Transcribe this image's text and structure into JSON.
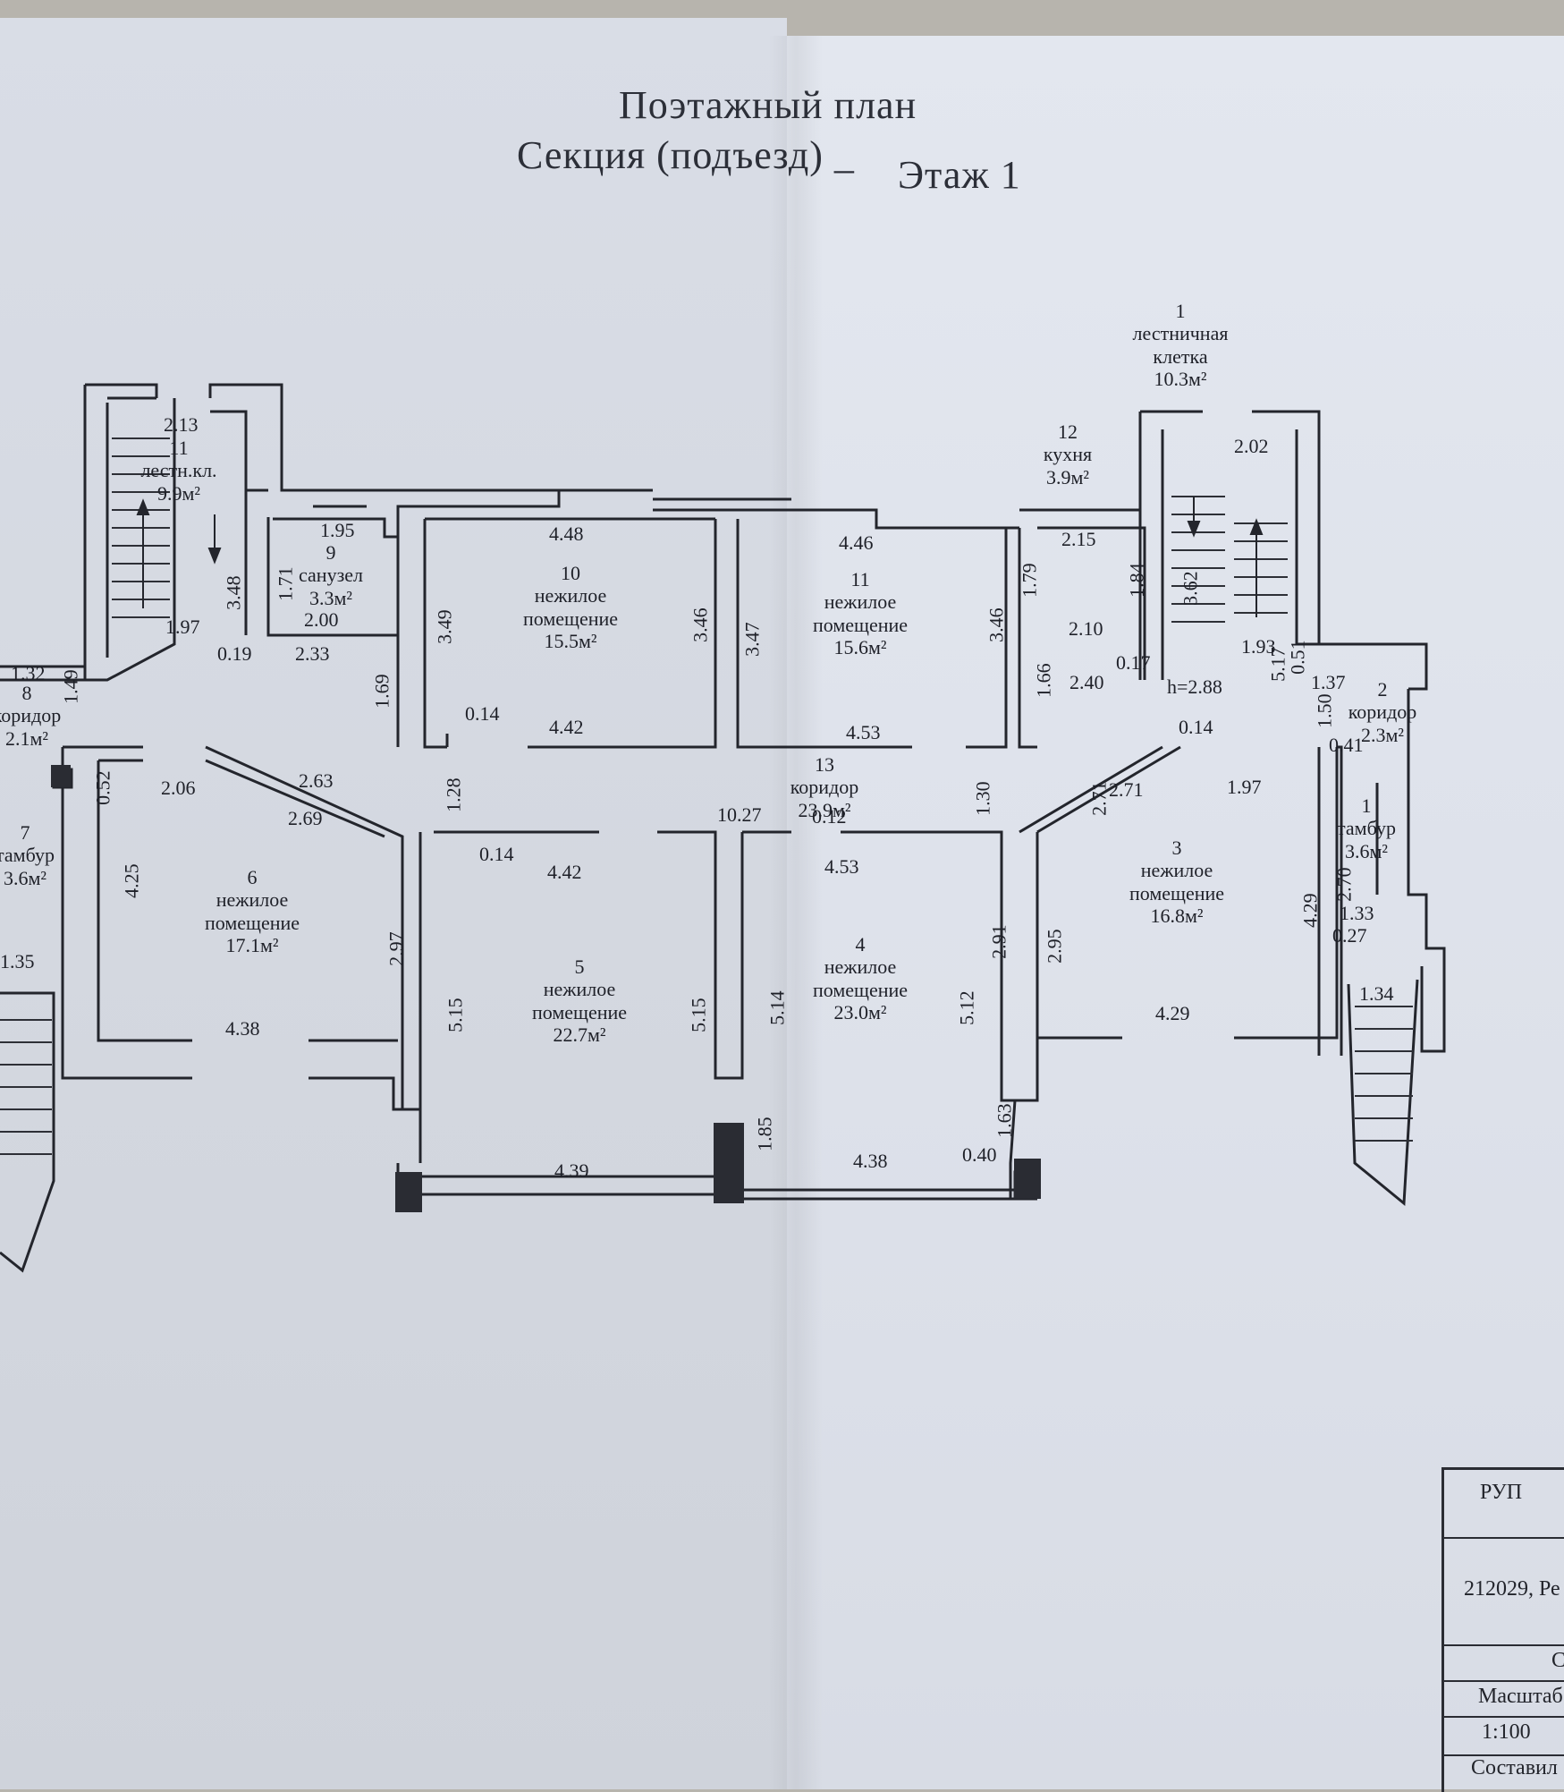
{
  "title": {
    "line1": "Поэтажный план",
    "line2": "Секция (подъезд) _",
    "floor": "Этаж 1"
  },
  "ceiling_height": "h=2.88",
  "rooms": [
    {
      "num": "1",
      "name_lines": [
        "лестничная",
        "клетка"
      ],
      "area": "10.3м²"
    },
    {
      "num": "1",
      "name_lines": [
        "тамбур"
      ],
      "area": "3.6м²"
    },
    {
      "num": "2",
      "name_lines": [
        "коридор"
      ],
      "area": "2.3м²"
    },
    {
      "num": "3",
      "name_lines": [
        "нежилое",
        "помещение"
      ],
      "area": "16.8м²"
    },
    {
      "num": "4",
      "name_lines": [
        "нежилое",
        "помещение"
      ],
      "area": "23.0м²"
    },
    {
      "num": "5",
      "name_lines": [
        "нежилое",
        "помещение"
      ],
      "area": "22.7м²"
    },
    {
      "num": "6",
      "name_lines": [
        "нежилое",
        "помещение"
      ],
      "area": "17.1м²"
    },
    {
      "num": "7",
      "name_lines": [
        "тамбур"
      ],
      "area": "3.6м²"
    },
    {
      "num": "8",
      "name_lines": [
        "коридор"
      ],
      "area": "2.1м²"
    },
    {
      "num": "9",
      "name_lines": [
        "санузел"
      ],
      "area": "3.3м²"
    },
    {
      "num": "10",
      "name_lines": [
        "нежилое",
        "помещение"
      ],
      "area": "15.5м²"
    },
    {
      "num": "11",
      "name_lines": [
        "нежилое",
        "помещение"
      ],
      "area": "15.6м²"
    },
    {
      "num": "12",
      "name_lines": [
        "кухня"
      ],
      "area": "3.9м²"
    },
    {
      "num": "13",
      "name_lines": [
        "коридор"
      ],
      "area": "23.9м²"
    },
    {
      "num": "11",
      "name_lines": [
        "лестн.кл."
      ],
      "area": "9.9м²"
    }
  ],
  "dimensions": [
    "2.13",
    "1.95",
    "4.48",
    "4.46",
    "2.15",
    "2.02",
    "3.48",
    "1.71",
    "3.49",
    "3.46",
    "3.47",
    "3.46",
    "1.79",
    "1.84",
    "3.62",
    "1.97",
    "2.00",
    "2.33",
    "0.19",
    "2.10",
    "0.17",
    "1.93",
    "5.17",
    "0.51",
    "1.32",
    "1.49",
    "1.69",
    "0.14",
    "4.42",
    "4.53",
    "1.66",
    "2.40",
    "0.14",
    "1.37",
    "1.50",
    "0.41",
    "0.52",
    "2.06",
    "2.63",
    "2.69",
    "1.28",
    "10.27",
    "0.12",
    "1.30",
    "2.71",
    "2.71",
    "1.97",
    "0.14",
    "4.42",
    "4.53",
    "4.25",
    "2.97",
    "2.91",
    "2.95",
    "4.29",
    "2.70",
    "1.33",
    "0.27",
    "1.35",
    "5.15",
    "5.15",
    "5.14",
    "5.12",
    "4.38",
    "4.29",
    "1.34",
    "1.85",
    "1.63",
    "4.39",
    "4.38",
    "0.40"
  ],
  "title_block": {
    "org": "РУП",
    "address": "212029, Ре",
    "c": "С",
    "scale_label": "Масштаб",
    "scale": "1:100",
    "composer": "Составил"
  },
  "colors": {
    "ink": "#1e2028",
    "paper": "#dde1ea",
    "background": "#b7b4ad"
  }
}
